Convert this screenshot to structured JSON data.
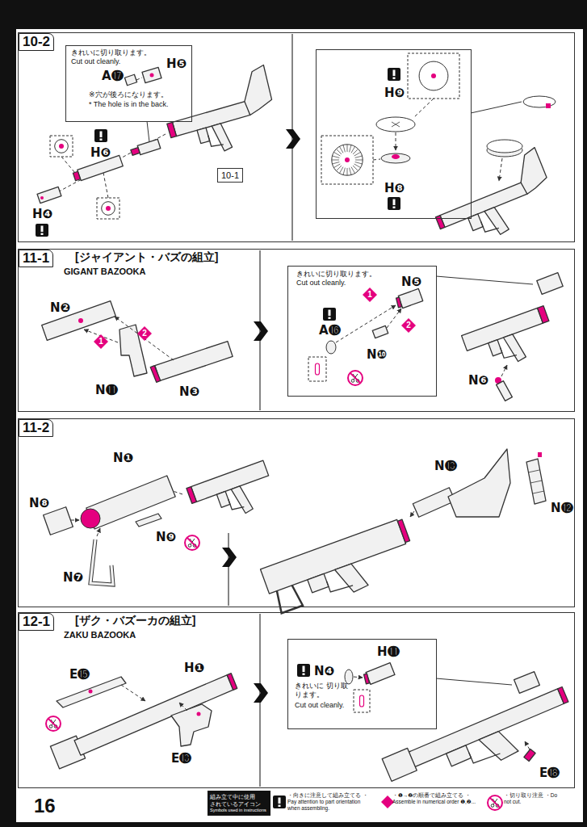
{
  "diagram": {
    "nodes": [
      {
        "text": [
          "10-2"
        ]
      },
      {
        "text": [
          "きれいに切り取ります。",
          "Cut out cleanly.",
          "H❺",
          "A⓱",
          "※穴が後ろになります。",
          "* The hole is in the back."
        ],
        "in": 0
      },
      {
        "text": [
          "10-1"
        ],
        "in": 0
      },
      {
        "text": [
          "H❾",
          "H❽"
        ],
        "in": 0
      },
      {
        "text": [
          "11-1",
          "[ジャイアント・バズの組立]",
          "GIGANT BAZOOKA"
        ]
      },
      {
        "text": [
          "きれいに切り取ります。",
          "Cut out cleanly.",
          "N❺",
          "1",
          "A⓰",
          "2",
          "N❿"
        ],
        "in": 4
      },
      {
        "text": [
          "11-2"
        ]
      },
      {
        "text": [
          "12-1",
          "[ザク・バズーカの組立]",
          "ZAKU BAZOOKA"
        ]
      },
      {
        "text": [
          "H⓫",
          "N❹",
          "きれいに 切り取ります。",
          "Cut out cleanly."
        ],
        "in": 7
      },
      {
        "text": [
          "組み立て中に使用 されているアイコン",
          "Symbols used in instructions"
        ]
      }
    ],
    "labels": [
      "H❻",
      "H❹",
      "N❷",
      "1",
      "2",
      "N⓫",
      "N❸",
      "N❻",
      "N❶",
      "N❽",
      "N❾",
      "N❼",
      "N⓭",
      "N⓬",
      "E⓯",
      "H❶",
      "E⓭",
      "E⓲",
      "16"
    ],
    "legend": [
      {
        "text": "・向きに注意して組み立てる ・Pay attention to part orientation when assembling."
      },
      {
        "text": "・❶→❷の順番で組み立てる ・Assemble in numerical order ❶,❷..."
      },
      {
        "text": "・切り取り注意 ・Do not cut."
      }
    ]
  }
}
